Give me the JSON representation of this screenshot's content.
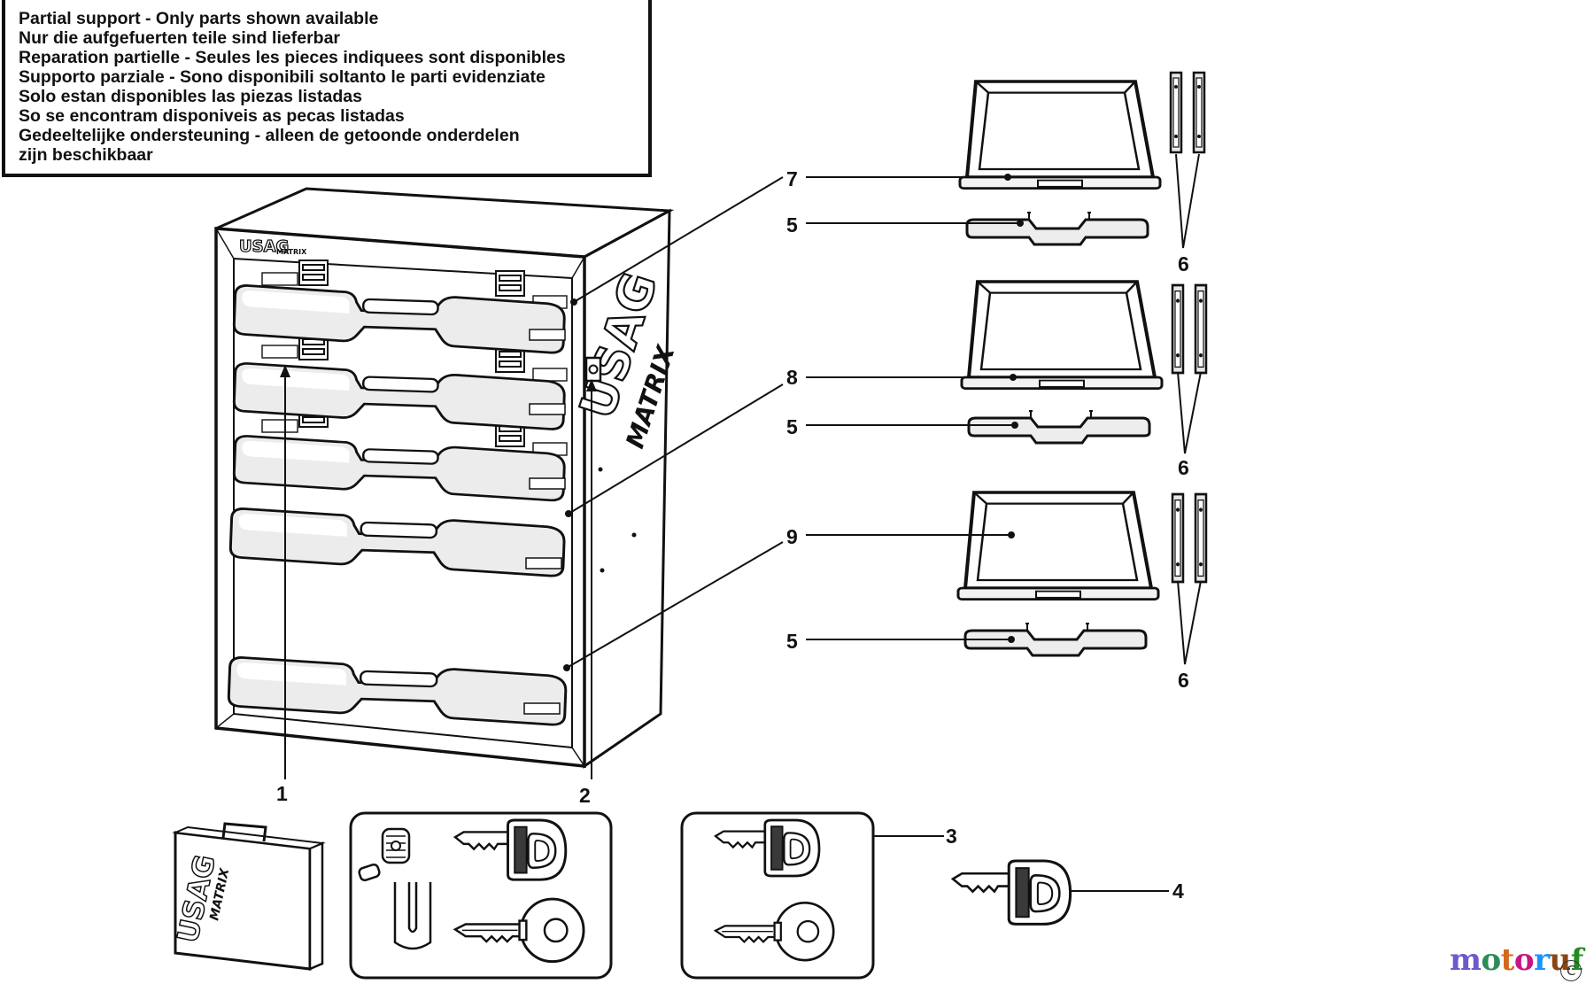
{
  "notice": {
    "lines": [
      "Partial support - Only parts shown available",
      "Nur die aufgefuerten teile sind lieferbar",
      "Reparation partielle - Seules les pieces indiquees sont disponibles",
      "Supporto parziale - Sono disponibili soltanto le parti evidenziate",
      "Solo estan disponibles las piezas listadas",
      "So se encontram disponiveis as pecas listadas",
      "Gedeeltelijke ondersteuning - alleen de getoonde onderdelen",
      "zijn beschikbaar"
    ]
  },
  "brand": {
    "cabinet_logo": "USAG",
    "cabinet_sub": "MATRIX",
    "side_logo": "USAG",
    "side_sub": "MATRIX"
  },
  "callouts": {
    "c1": "1",
    "c2": "2",
    "c3": "3",
    "c4": "4",
    "c5a": "5",
    "c5b": "5",
    "c5c": "5",
    "c6a": "6",
    "c6b": "6",
    "c6c": "6",
    "c7": "7",
    "c8": "8",
    "c9": "9"
  },
  "watermark": {
    "text": "motoruf",
    "symbol": "C"
  },
  "colors": {
    "line": "#111111",
    "fill": "#ffffff",
    "shade": "#d9d9d9",
    "dark": "#3a3a3a"
  }
}
